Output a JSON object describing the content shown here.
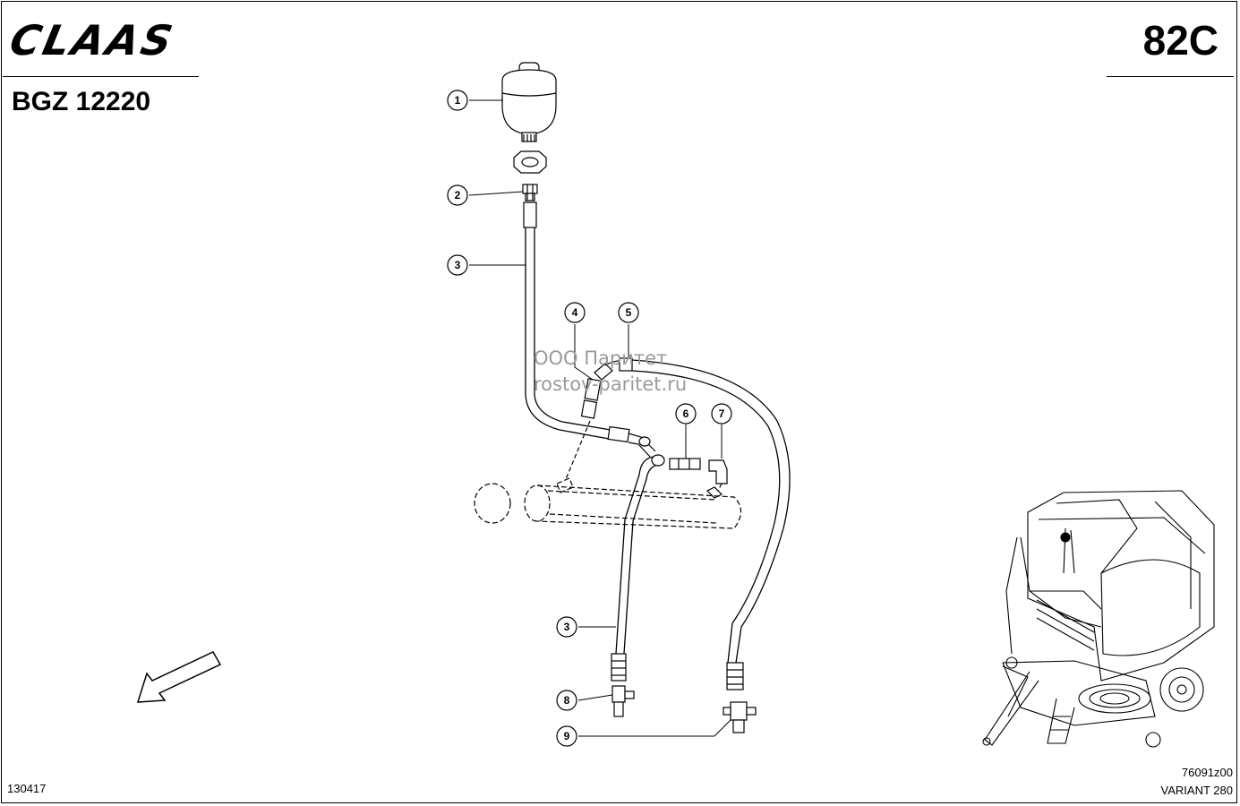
{
  "header": {
    "brand": "CLAAS",
    "doc_code": "BGZ 12220",
    "page_number": "82C"
  },
  "footer": {
    "left_code": "130417",
    "figure_code": "76091z00",
    "model": "VARIANT 280"
  },
  "watermark": {
    "line1": "ООО Паритет",
    "line2": "rostov-paritet.ru"
  },
  "callouts": [
    {
      "id": "callout-1",
      "label": "1"
    },
    {
      "id": "callout-2",
      "label": "2"
    },
    {
      "id": "callout-3-upper",
      "label": "3"
    },
    {
      "id": "callout-4",
      "label": "4"
    },
    {
      "id": "callout-5",
      "label": "5"
    },
    {
      "id": "callout-6",
      "label": "6"
    },
    {
      "id": "callout-7",
      "label": "7"
    },
    {
      "id": "callout-3-lower",
      "label": "3"
    },
    {
      "id": "callout-8",
      "label": "8"
    },
    {
      "id": "callout-9",
      "label": "9"
    }
  ]
}
